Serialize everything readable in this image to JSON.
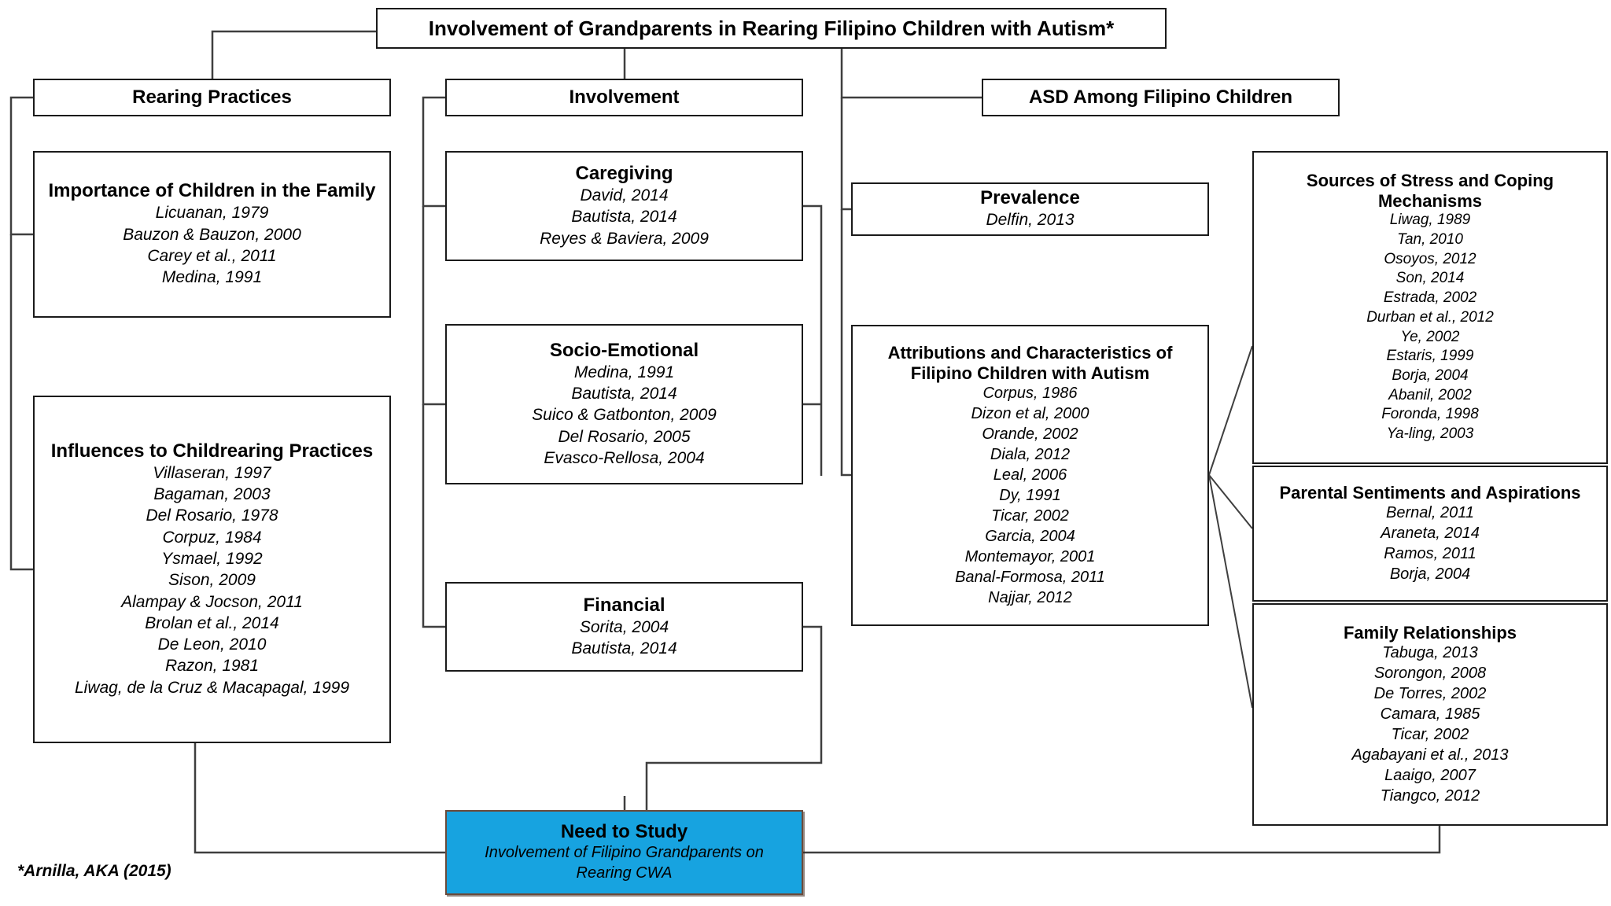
{
  "diagram": {
    "root": {
      "title": "Involvement of Grandparents in Rearing Filipino Children with Autism*"
    },
    "categories": {
      "rearing": "Rearing Practices",
      "involvement": "Involvement",
      "asd": "ASD Among Filipino Children"
    },
    "boxes": {
      "importance": {
        "title": "Importance of Children in the Family",
        "citations": [
          "Licuanan, 1979",
          "Bauzon & Bauzon, 2000",
          "Carey et al., 2011",
          "Medina, 1991"
        ]
      },
      "influences": {
        "title": "Influences to Childrearing Practices",
        "citations": [
          "Villaseran, 1997",
          "Bagaman, 2003",
          "Del Rosario, 1978",
          "Corpuz, 1984",
          "Ysmael, 1992",
          "Sison, 2009",
          "Alampay & Jocson, 2011",
          "Brolan et al., 2014",
          "De Leon, 2010",
          "Razon, 1981",
          "Liwag, de la Cruz & Macapagal, 1999"
        ]
      },
      "caregiving": {
        "title": "Caregiving",
        "citations": [
          "David, 2014",
          "Bautista, 2014",
          "Reyes & Baviera, 2009"
        ]
      },
      "socio_emotional": {
        "title": "Socio-Emotional",
        "citations": [
          "Medina, 1991",
          "Bautista, 2014",
          "Suico & Gatbonton, 2009",
          "Del Rosario, 2005",
          "Evasco-Rellosa, 2004"
        ]
      },
      "financial": {
        "title": "Financial",
        "citations": [
          "Sorita, 2004",
          "Bautista, 2014"
        ]
      },
      "prevalence": {
        "title": "Prevalence",
        "citations": [
          "Delfin, 2013"
        ]
      },
      "attributions": {
        "title": "Attributions and Characteristics of Filipino Children with Autism",
        "citations": [
          "Corpus, 1986",
          "Dizon et al, 2000",
          "Orande, 2002",
          "Diala, 2012",
          "Leal, 2006",
          "Dy, 1991",
          "Ticar, 2002",
          "Garcia, 2004",
          "Montemayor, 2001",
          "Banal-Formosa, 2011",
          "Najjar, 2012"
        ]
      },
      "stress": {
        "title": "Sources of Stress and Coping Mechanisms",
        "citations": [
          "Liwag, 1989",
          "Tan, 2010",
          "Osoyos, 2012",
          "Son, 2014",
          "Estrada, 2002",
          "Durban et al., 2012",
          "Ye, 2002",
          "Estaris, 1999",
          "Borja, 2004",
          "Abanil, 2002",
          "Foronda, 1998",
          "Ya-ling, 2003"
        ]
      },
      "parental": {
        "title": "Parental Sentiments and Aspirations",
        "citations": [
          "Bernal, 2011",
          "Araneta, 2014",
          "Ramos, 2011",
          "Borja, 2004"
        ]
      },
      "family": {
        "title": "Family Relationships",
        "citations": [
          "Tabuga, 2013",
          "Sorongon, 2008",
          "De Torres, 2002",
          "Camara, 1985",
          "Ticar, 2002",
          "Agabayani et al., 2013",
          "Laaigo, 2007",
          "Tiangco, 2012"
        ]
      },
      "need_to_study": {
        "title": "Need to Study",
        "subtitle": "Involvement of Filipino Grandparents on Rearing CWA",
        "highlight_color": "#17a3e0"
      }
    },
    "footnote": "*Arnilla, AKA (2015)"
  }
}
